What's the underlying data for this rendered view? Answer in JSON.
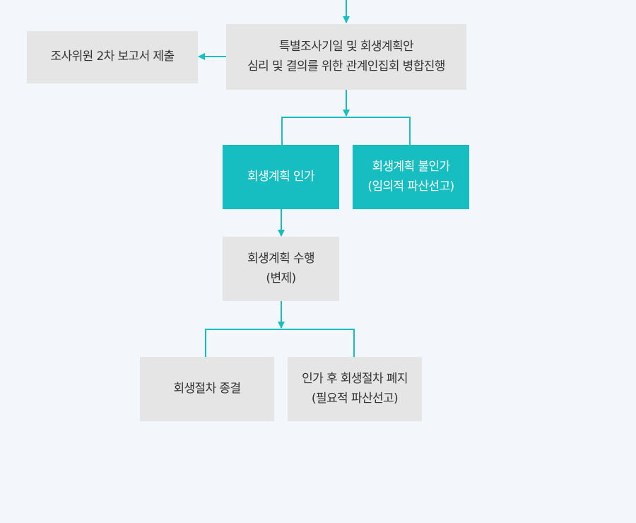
{
  "colors": {
    "background": "#f3f7fb",
    "box_gray": "#e5e5e5",
    "box_teal": "#16bec1",
    "connector": "#16bec1",
    "text_dark": "#333333",
    "text_light": "#ffffff"
  },
  "diagram": {
    "report_submission": {
      "line1": "조사위원 2차 보고서 제출"
    },
    "joint_meeting": {
      "line1": "특별조사기일 및 회생계획안",
      "line2": "심리 및 결의를 위한 관계인집회 병합진행"
    },
    "plan_approved": {
      "line1": "회생계획 인가"
    },
    "plan_rejected": {
      "line1": "회생계획 불인가",
      "line2": "(임의적 파산선고)"
    },
    "plan_execution": {
      "line1": "회생계획 수행",
      "line2": "(변제)"
    },
    "procedure_closed": {
      "line1": "회생절차 종결"
    },
    "procedure_abolished": {
      "line1": "인가 후 회생절차 폐지",
      "line2": "(필요적 파산선고)"
    }
  }
}
